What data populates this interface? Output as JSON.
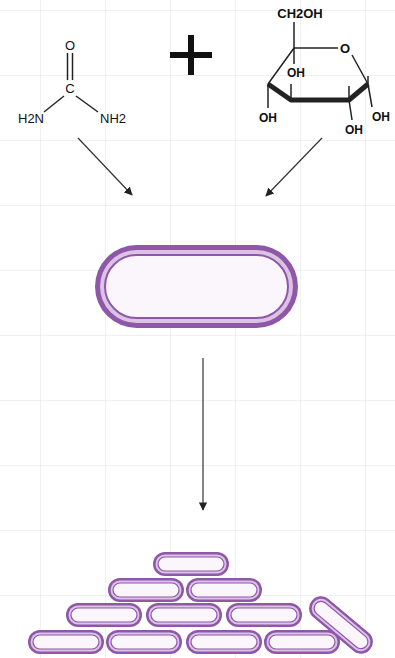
{
  "diagram": {
    "labels": [
      "O",
      "C",
      "H2N",
      "NH2",
      "CH2OH",
      "O",
      "OH",
      "OH",
      "OH",
      "OH"
    ]
  }
}
